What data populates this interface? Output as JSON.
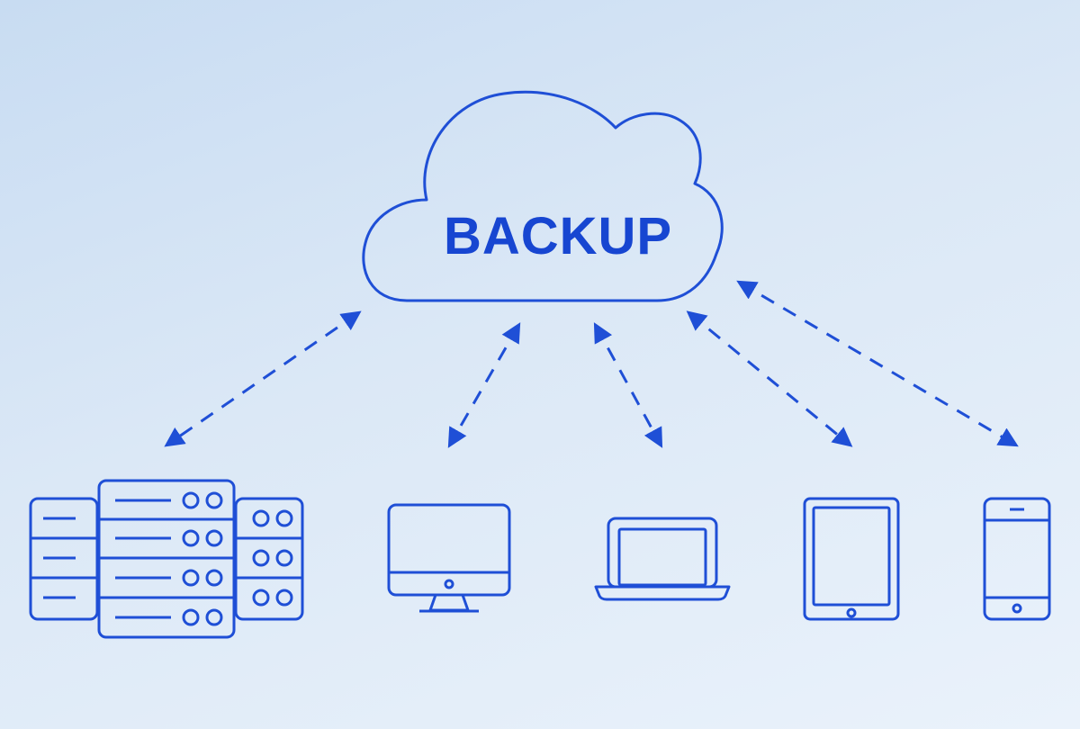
{
  "cloud": {
    "label": "BACKUP"
  },
  "colors": {
    "stroke": "#1f4fd6",
    "text": "#1746d1",
    "background_top": "#c8dcf2",
    "background_bottom": "#eaf2fb"
  },
  "devices": [
    {
      "id": "server-rack",
      "icon": "server-rack-icon"
    },
    {
      "id": "desktop",
      "icon": "desktop-monitor-icon"
    },
    {
      "id": "laptop",
      "icon": "laptop-icon"
    },
    {
      "id": "tablet",
      "icon": "tablet-icon"
    },
    {
      "id": "smartphone",
      "icon": "smartphone-icon"
    }
  ],
  "connections": [
    {
      "from": "cloud",
      "to": "server-rack",
      "style": "dashed-bidirectional"
    },
    {
      "from": "cloud",
      "to": "desktop",
      "style": "dashed-bidirectional"
    },
    {
      "from": "cloud",
      "to": "laptop",
      "style": "dashed-bidirectional"
    },
    {
      "from": "cloud",
      "to": "tablet",
      "style": "dashed-bidirectional"
    },
    {
      "from": "cloud",
      "to": "smartphone",
      "style": "dashed-bidirectional"
    }
  ]
}
